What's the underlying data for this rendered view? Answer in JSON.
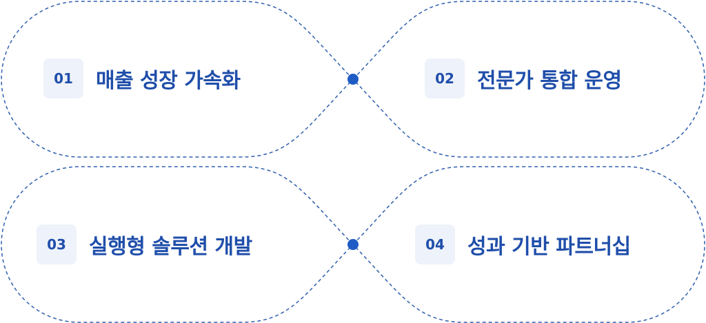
{
  "items": [
    {
      "number": "01",
      "label": "매출 성장 가속화"
    },
    {
      "number": "02",
      "label": "전문가 통합 운영"
    },
    {
      "number": "03",
      "label": "실행형 솔루션 개발"
    },
    {
      "number": "04",
      "label": "성과 기반 파트너십"
    }
  ],
  "colors": {
    "accent": "#1f5bc4",
    "dash": "#2f5fae",
    "badge_bg": "#eef2fa"
  }
}
